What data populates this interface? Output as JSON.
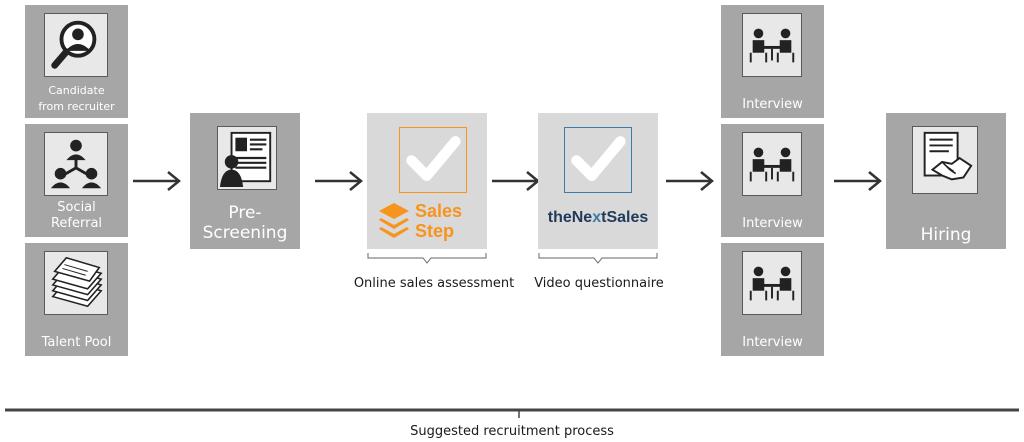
{
  "sources": [
    {
      "label_line1": "Candidate",
      "label_line2": "from recruiter",
      "icon": "search-person-icon"
    },
    {
      "label_line1": "Social",
      "label_line2": "Referral",
      "icon": "network-people-icon"
    },
    {
      "label_line1": "Talent Pool",
      "icon": "paper-stack-icon"
    }
  ],
  "prescreening": {
    "label_line1": "Pre-",
    "label_line2": "Screening",
    "icon": "resume-icon"
  },
  "salesstep": {
    "brand_line1": "Sales",
    "brand_line2": "Step",
    "caption": "Online sales assessment",
    "icon": "checkmark-icon"
  },
  "nextsales": {
    "brand_pre": "theNe",
    "brand_x": "x",
    "brand_post": "tSales",
    "caption": "Video questionnaire",
    "icon": "checkmark-icon"
  },
  "interviews": [
    {
      "label": "Interview",
      "icon": "meeting-icon"
    },
    {
      "label": "Interview",
      "icon": "meeting-icon"
    },
    {
      "label": "Interview",
      "icon": "meeting-icon"
    }
  ],
  "hiring": {
    "label": "Hiring",
    "icon": "handshake-contract-icon"
  },
  "footer": {
    "caption": "Suggested recruitment process"
  },
  "colors": {
    "box_gray": "#a6a6a6",
    "orange": "#f7941d",
    "teal": "#3a7ca5",
    "navy": "#1f3a5a"
  }
}
